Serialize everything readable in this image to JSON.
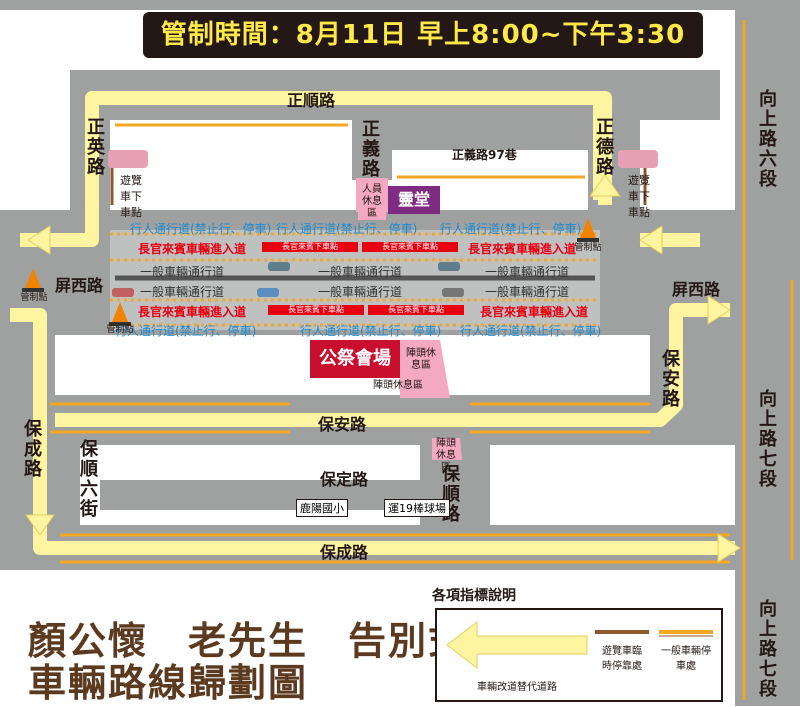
{
  "header": {
    "control_time": "管制時間：8月11日 早上8:00~下午3:30"
  },
  "roads": {
    "zhengshun": "正順路",
    "zhengying": "正英路",
    "zhengyi": "正義路",
    "zhengyi97": "正義路97巷",
    "zhengde": "正德路",
    "xiangshang6": "向上路六段",
    "pingxi_left": "屏西路",
    "pingxi_right": "屏西路",
    "baoan_h": "保安路",
    "baoan_v": "保安路",
    "baocheng_v": "保成路",
    "baocheng_h": "保成路",
    "baoshun6": "保順六街",
    "baoding": "保定路",
    "baoshun": "保順路",
    "xiangshang7_a": "向上路七段",
    "xiangshang7_b": "向上路七段"
  },
  "lanes": {
    "ped_top": "行人通行道(禁止行、停車)",
    "vip_top": "長官來賓車輛進入道",
    "general": "一般車輛通行道",
    "vip_bottom": "長官來賓車輛進入道",
    "ped_bottom": "行人通行道(禁止行、停車)",
    "dropoff": "長官來賓下車點"
  },
  "places": {
    "staff_rest": "人員休息區",
    "hall": "靈堂",
    "ceremony": "公祭會場",
    "formation_rest": "陣頭休息區",
    "luyang_school": "鹿陽國小",
    "baseball": "運19棒球場",
    "bus_dropoff": "遊覽車下車點",
    "control_point": "管制點"
  },
  "title": {
    "line1": "顏公懷　老先生　告別式",
    "line2": "車輛路線歸劃圖"
  },
  "legend": {
    "title": "各項指標說明",
    "detour": "車輛改道替代道路",
    "bus_parking": "遊覽車臨時停靠處",
    "car_parking": "一般車輛停車處"
  },
  "colors": {
    "road": "#9fa0a0",
    "detour": "#fff5a0",
    "bus_line": "#8b5a2b",
    "car_line": "#f5a623",
    "vip": "#e60012",
    "ped": "#1d8bd0",
    "hall": "#7e2c82"
  }
}
